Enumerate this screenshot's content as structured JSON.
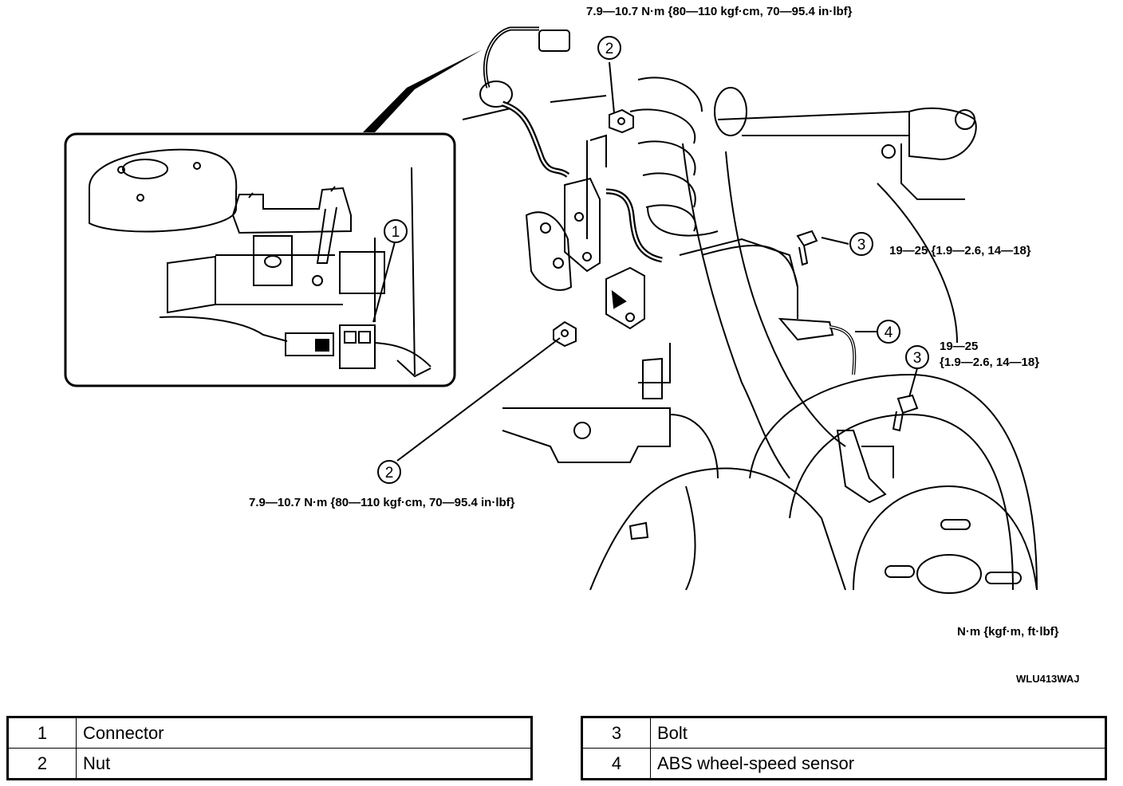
{
  "torque": {
    "nut_top": "7.9—10.7 N·m {80—110 kgf·cm, 70—95.4 in·lbf}",
    "nut_bottom": "7.9—10.7 N·m {80—110 kgf·cm, 70—95.4 in·lbf}",
    "bolt_upper": "19—25 {1.9—2.6, 14—18}",
    "bolt_lower_line1": "19—25",
    "bolt_lower_line2": "{1.9—2.6, 14—18}"
  },
  "units": "N·m {kgf·m, ft·lbf}",
  "figure_code": "WLU413WAJ",
  "callouts": {
    "c1": "1",
    "c2_top": "2",
    "c2_bottom": "2",
    "c3_upper": "3",
    "c3_lower": "3",
    "c4": "4"
  },
  "legend": {
    "left": [
      {
        "num": "1",
        "name": "Connector"
      },
      {
        "num": "2",
        "name": "Nut"
      }
    ],
    "right": [
      {
        "num": "3",
        "name": "Bolt"
      },
      {
        "num": "4",
        "name": "ABS wheel-speed sensor"
      }
    ]
  }
}
